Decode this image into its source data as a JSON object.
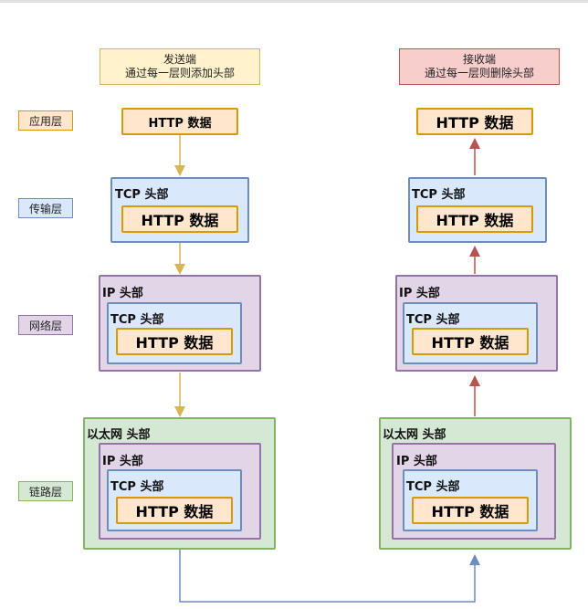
{
  "sender_header": {
    "line1": "发送端",
    "line2": "通过每一层则添加头部"
  },
  "receiver_header": {
    "line1": "接收端",
    "line2": "通过每一层则删除头部"
  },
  "layers": {
    "application": "应用层",
    "transport": "传输层",
    "network": "网络层",
    "link": "链路层"
  },
  "labels": {
    "http_data": "HTTP 数据",
    "tcp_header": "TCP 头部",
    "ip_header": "IP 头部",
    "eth_header": "以太网 头部"
  },
  "colors": {
    "app_fill": "#ffe6cc",
    "app_stroke": "#d79b00",
    "tcp_fill": "#dae8fc",
    "tcp_stroke": "#6c8ebf",
    "ip_fill": "#e1d5e7",
    "ip_stroke": "#9673a6",
    "eth_fill": "#d5e8d4",
    "eth_stroke": "#82b366",
    "send_header_fill": "#fff2cc",
    "send_header_stroke": "#d6b656",
    "recv_header_fill": "#f8cecc",
    "recv_header_stroke": "#b85450",
    "down_arrow": "#d6b656",
    "up_arrow": "#b85450",
    "link_line": "#6c8ebf"
  }
}
